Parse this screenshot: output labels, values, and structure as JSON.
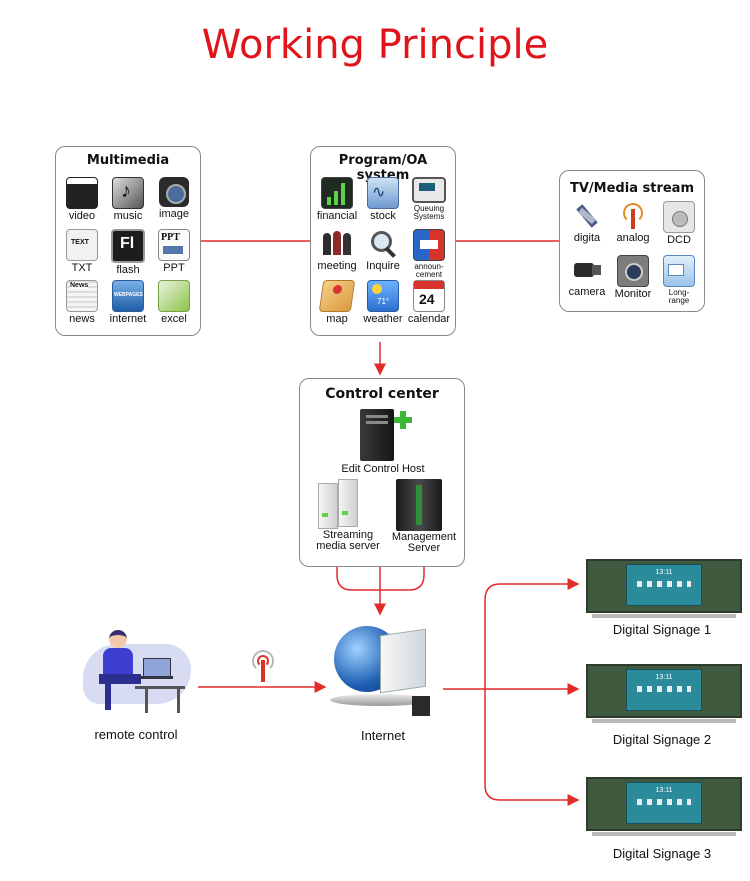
{
  "title": "Working Principle",
  "multimedia": {
    "title": "Multimedia",
    "items": [
      {
        "label": "video",
        "icon": "clapperboard-icon"
      },
      {
        "label": "music",
        "icon": "music-note-icon"
      },
      {
        "label": "image",
        "icon": "camera-icon"
      },
      {
        "label": "TXT",
        "icon": "text-file-icon"
      },
      {
        "label": "flash",
        "icon": "flash-icon"
      },
      {
        "label": "PPT",
        "icon": "ppt-icon"
      },
      {
        "label": "news",
        "icon": "newspaper-icon"
      },
      {
        "label": "internet",
        "icon": "webpage-icon"
      },
      {
        "label": "excel",
        "icon": "excel-icon"
      }
    ]
  },
  "program": {
    "title": "Program/OA system",
    "items": [
      {
        "label": "financial",
        "icon": "bar-chart-icon"
      },
      {
        "label": "stock",
        "icon": "stock-icon"
      },
      {
        "label": "Queuing Systems",
        "icon": "queuing-icon"
      },
      {
        "label": "meeting",
        "icon": "people-icon"
      },
      {
        "label": "Inquire",
        "icon": "magnifier-icon"
      },
      {
        "label": "announ-cement",
        "icon": "announcement-icon"
      },
      {
        "label": "map",
        "icon": "map-icon"
      },
      {
        "label": "weather",
        "icon": "weather-icon"
      },
      {
        "label": "calendar",
        "icon": "calendar-icon"
      }
    ],
    "weather_temp": "71°",
    "calendar_day": "24"
  },
  "tvmedia": {
    "title": "TV/Media stream",
    "items": [
      {
        "label": "digita",
        "icon": "satellite-icon"
      },
      {
        "label": "analog",
        "icon": "antenna-icon"
      },
      {
        "label": "DCD",
        "icon": "dcd-icon"
      },
      {
        "label": "camera",
        "icon": "video-camera-icon"
      },
      {
        "label": "Monitor",
        "icon": "monitor-camera-icon"
      },
      {
        "label": "Long-range",
        "icon": "long-range-icon"
      }
    ]
  },
  "control": {
    "title": "Control center",
    "host": "Edit Control Host",
    "streaming": "Streaming media server",
    "management": "Management Server"
  },
  "remote": "remote control",
  "internet": "Internet",
  "signage": [
    {
      "label": "Digital Signage 1",
      "clock": "13:11"
    },
    {
      "label": "Digital Signage 2",
      "clock": "13:11"
    },
    {
      "label": "Digital Signage 3",
      "clock": "13:11"
    }
  ],
  "colors": {
    "accent": "#e0141b",
    "line": "#e32b2b",
    "border": "#8a8a8a"
  }
}
